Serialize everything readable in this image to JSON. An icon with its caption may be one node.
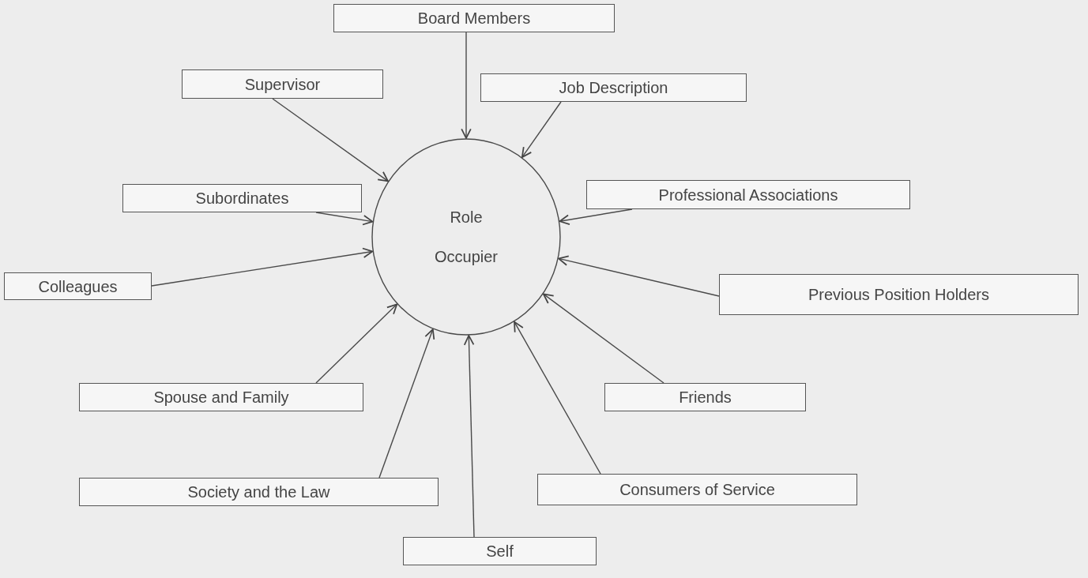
{
  "diagram": {
    "nodes": [
      {
        "text": [
          "Board Members"
        ]
      },
      {
        "text": [
          "Supervisor"
        ]
      },
      {
        "text": [
          "Job Description"
        ]
      },
      {
        "text": [
          "Subordinates"
        ]
      },
      {
        "text": [
          "Professional Associations"
        ]
      },
      {
        "text": [
          "Role Occupier"
        ]
      },
      {
        "text": [
          "Colleagues"
        ]
      },
      {
        "text": [
          "Previous Position Holders"
        ]
      },
      {
        "text": [
          "Spouse and Family"
        ]
      },
      {
        "text": [
          "Friends"
        ]
      },
      {
        "text": [
          "Society and the Law"
        ]
      },
      {
        "text": [
          "Consumers of Service"
        ]
      },
      {
        "text": [
          "Self"
        ]
      }
    ],
    "edges": [
      {
        "from": 0,
        "to": 5,
        "arrow": "to"
      },
      {
        "from": 1,
        "to": 5,
        "arrow": "to"
      },
      {
        "from": 2,
        "to": 5,
        "arrow": "to"
      },
      {
        "from": 3,
        "to": 5,
        "arrow": "to"
      },
      {
        "from": 4,
        "to": 5,
        "arrow": "to"
      },
      {
        "from": 6,
        "to": 5,
        "arrow": "to"
      },
      {
        "from": 7,
        "to": 5,
        "arrow": "to"
      },
      {
        "from": 8,
        "to": 5,
        "arrow": "to"
      },
      {
        "from": 9,
        "to": 5,
        "arrow": "to"
      },
      {
        "from": 10,
        "to": 5,
        "arrow": "to"
      },
      {
        "from": 11,
        "to": 5,
        "arrow": "to"
      },
      {
        "from": 12,
        "to": 5,
        "arrow": "to"
      }
    ]
  }
}
